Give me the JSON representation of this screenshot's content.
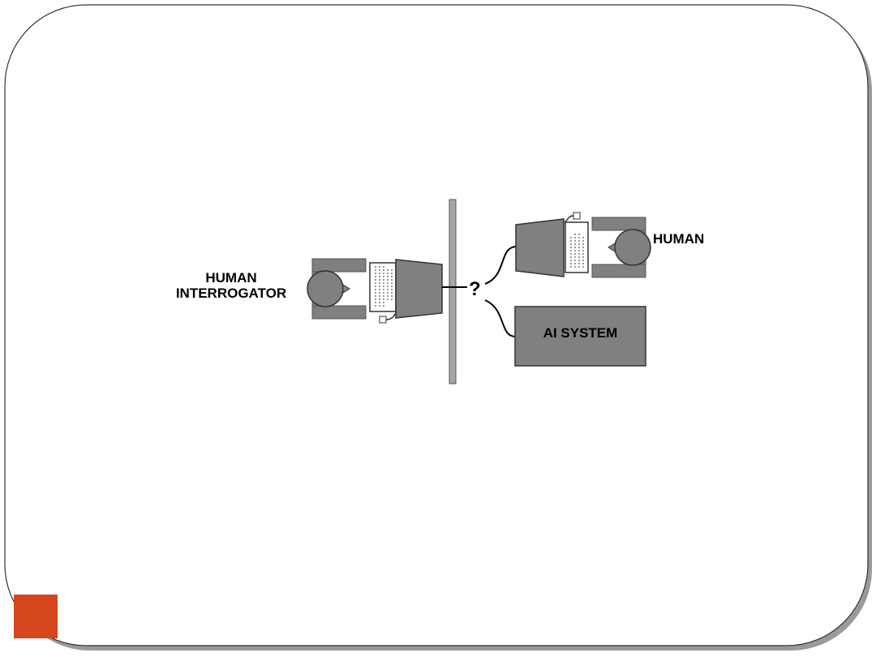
{
  "diagram": {
    "labels": {
      "interrogator_line1": "HUMAN",
      "interrogator_line2": "INTERROGATOR",
      "human": "HUMAN",
      "ai_system": "AI SYSTEM",
      "question": "?"
    }
  },
  "colors": {
    "frame_border": "#333333",
    "frame_shadow": "#9a9a9a",
    "furniture_gray": "#808080",
    "wall_gray": "#a6a6a6",
    "accent_square": "#d6461c"
  }
}
